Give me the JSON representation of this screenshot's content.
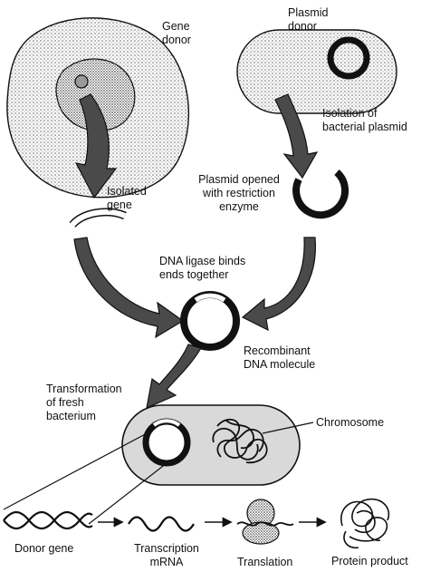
{
  "labels": {
    "gene_donor": "Gene\ndonor",
    "plasmid_donor": "Plasmid\ndonor",
    "isolation_plasmid": "Isolation of\nbacterial plasmid",
    "isolated_gene": "Isolated\ngene",
    "plasmid_opened": "Plasmid opened\nwith restriction\nenzyme",
    "dna_ligase": "DNA ligase binds\nends together",
    "recombinant": "Recombinant\nDNA molecule",
    "transformation": "Transformation\nof fresh\nbacterium",
    "chromosome": "Chromosome",
    "donor_gene": "Donor gene",
    "transcription": "Transcription\nmRNA",
    "translation": "Translation",
    "protein_product": "Protein product"
  },
  "colors": {
    "ink": "#111111",
    "arrow_fill": "#4a4a4a",
    "stipple": "#bdbdbd",
    "cell_fill": "#d9d9d9"
  }
}
